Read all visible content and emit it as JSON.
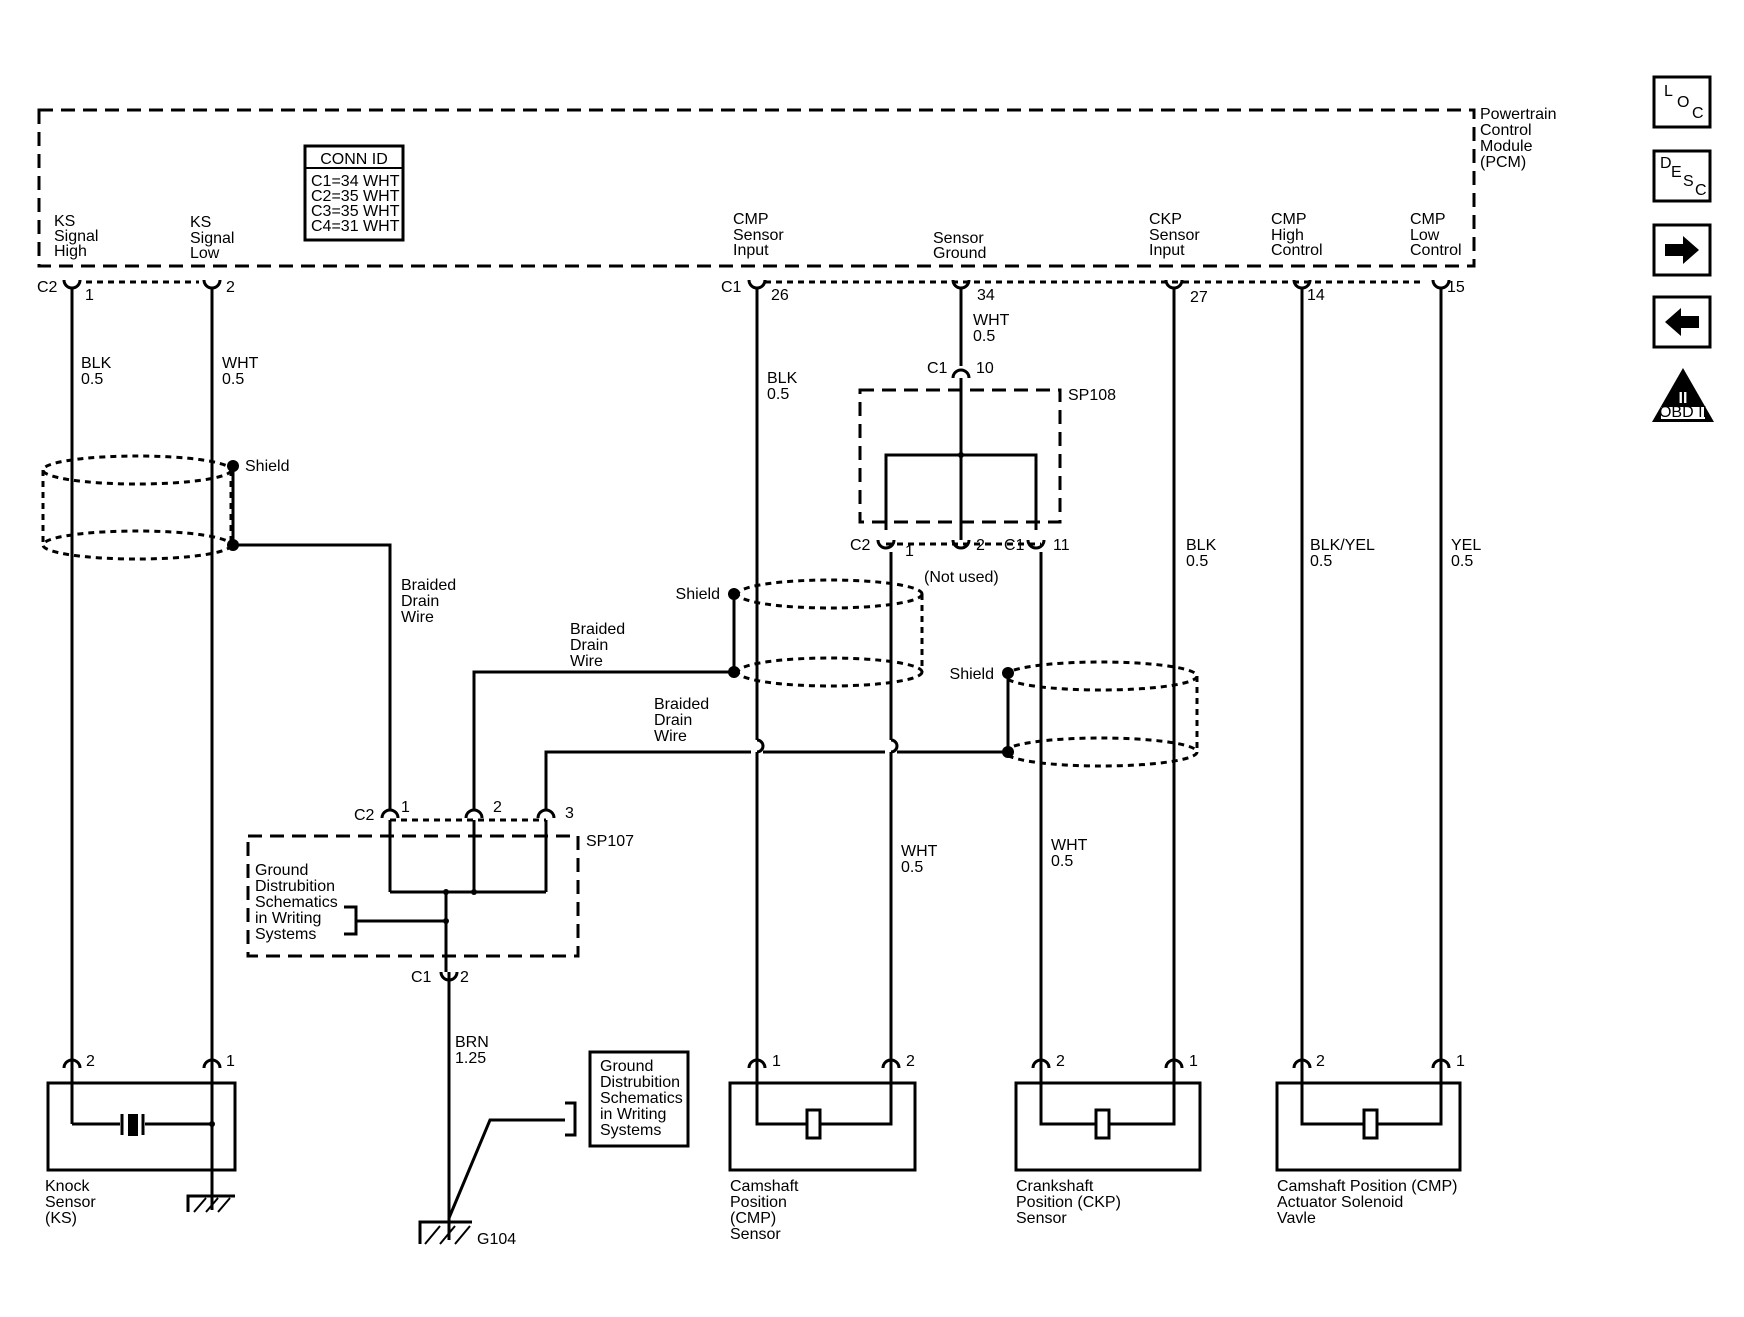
{
  "pcm": {
    "label": [
      "Powertrain",
      "Control",
      "Module",
      "(PCM)"
    ],
    "conn_id": {
      "title": "CONN ID",
      "rows": [
        "C1=34 WHT",
        "C2=35 WHT",
        "C3=35 WHT",
        "C4=31 WHT"
      ]
    },
    "pins": [
      {
        "name": [
          "KS",
          "Signal",
          "High"
        ],
        "conn": "C2",
        "pin": "1"
      },
      {
        "name": [
          "KS",
          "Signal",
          "Low"
        ],
        "pin": "2"
      },
      {
        "name": [
          "CMP",
          "Sensor",
          "Input"
        ],
        "conn": "C1",
        "pin": "26"
      },
      {
        "name": [
          "Sensor",
          "Ground"
        ],
        "pin": "34"
      },
      {
        "name": [
          "CKP",
          "Sensor",
          "Input"
        ],
        "pin": "27"
      },
      {
        "name": [
          "CMP",
          "High",
          "Control"
        ],
        "pin": "14"
      },
      {
        "name": [
          "CMP",
          "Low",
          "Control"
        ],
        "pin": "15"
      }
    ]
  },
  "wires": [
    [
      "BLK",
      "0.5"
    ],
    [
      "WHT",
      "0.5"
    ],
    [
      "BLK",
      "0.5"
    ],
    [
      "WHT",
      "0.5"
    ],
    [
      "BLK",
      "0.5"
    ],
    [
      "BLK/YEL",
      "0.5"
    ],
    [
      "YEL",
      "0.5"
    ],
    [
      "WHT",
      "0.5"
    ],
    [
      "WHT",
      "0.5"
    ],
    [
      "BRN",
      "1.25"
    ]
  ],
  "sp108": {
    "label": "SP108",
    "top_conn": "C1",
    "top_pin": "10",
    "bottom": [
      {
        "conn": "C2",
        "pin": "1"
      },
      {
        "pin": "2",
        "note": "(Not used)"
      },
      {
        "conn": "C1",
        "pin": "11"
      }
    ]
  },
  "sp107": {
    "label": "SP107",
    "top_conn": "C2",
    "top_pins": [
      "1",
      "2",
      "3"
    ],
    "bottom_conn": "C1",
    "bottom_pin": "2",
    "ref": [
      "Ground",
      "Distrubition",
      "Schematics",
      "in Writing",
      "Systems"
    ]
  },
  "shield_label": "Shield",
  "drain_label": [
    "Braided",
    "Drain",
    "Wire"
  ],
  "ground": {
    "label": "G104",
    "ref": [
      "Ground",
      "Distrubition",
      "Schematics",
      "in Writing",
      "Systems"
    ]
  },
  "components": [
    {
      "name": [
        "Knock",
        "Sensor",
        "(KS)"
      ],
      "pins": [
        "2",
        "1"
      ]
    },
    {
      "name": [
        "Camshaft",
        "Position",
        "(CMP)",
        "Sensor"
      ],
      "pins": [
        "1",
        "2"
      ]
    },
    {
      "name": [
        "Crankshaft",
        "Position (CKP)",
        "Sensor"
      ],
      "pins": [
        "2",
        "1"
      ]
    },
    {
      "name": [
        "Camshaft Position (CMP)",
        "Actuator Solenoid",
        "Vavle"
      ],
      "pins": [
        "2",
        "1"
      ]
    }
  ],
  "nav": {
    "loc": [
      "L",
      "O",
      "C"
    ],
    "desc": [
      "D",
      "E",
      "S",
      "C"
    ],
    "obd": "OBD II",
    "obd_mark": "II"
  }
}
